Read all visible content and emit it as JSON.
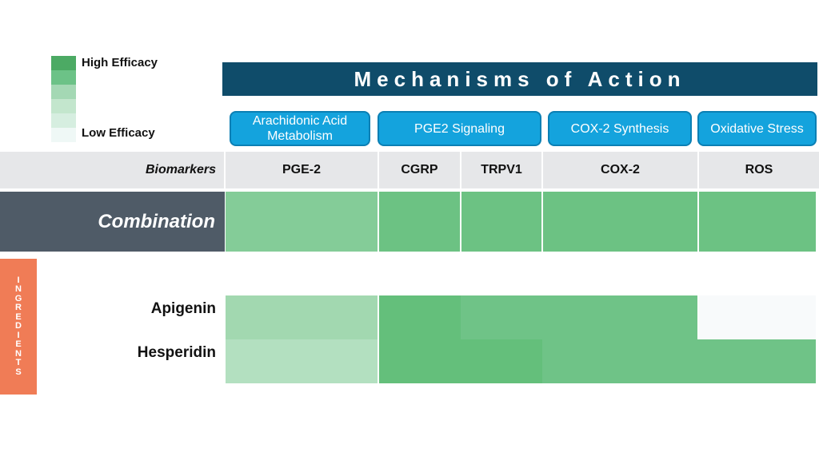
{
  "legend": {
    "high_label": "High Efficacy",
    "low_label": "Low Efficacy",
    "colors": [
      "#4caa64",
      "#6cc287",
      "#a4d8b4",
      "#c3e6cd",
      "#d6eee0",
      "#eff8f6"
    ]
  },
  "title": "Mechanisms of Action",
  "mechanisms": [
    {
      "label": "Arachidonic Acid Metabolism"
    },
    {
      "label": "PGE2 Signaling"
    },
    {
      "label": "COX-2 Synthesis"
    },
    {
      "label": "Oxidative Stress"
    }
  ],
  "side_label": "INGREDIENTS",
  "chart_data": {
    "type": "heatmap",
    "title": "Mechanisms of Action",
    "row_header_label": "Biomarkers",
    "columns": [
      "PGE-2",
      "CGRP",
      "TRPV1",
      "COX-2",
      "ROS"
    ],
    "column_groups": [
      {
        "label": "Arachidonic Acid Metabolism",
        "columns": [
          "PGE-2"
        ]
      },
      {
        "label": "PGE2 Signaling",
        "columns": [
          "CGRP",
          "TRPV1"
        ]
      },
      {
        "label": "COX-2 Synthesis",
        "columns": [
          "COX-2"
        ]
      },
      {
        "label": "Oxidative Stress",
        "columns": [
          "ROS"
        ]
      }
    ],
    "scale": {
      "min_label": "Low Efficacy",
      "max_label": "High Efficacy",
      "levels": 6
    },
    "combination": {
      "label": "Combination",
      "values": [
        4,
        5,
        5,
        5,
        5
      ]
    },
    "ingredients": [
      {
        "name": "Apigenin",
        "values": [
          3,
          5,
          4.5,
          4.5,
          0
        ]
      },
      {
        "name": "Hesperidin",
        "values": [
          2.5,
          5,
          5,
          4.5,
          4.5
        ]
      }
    ]
  }
}
